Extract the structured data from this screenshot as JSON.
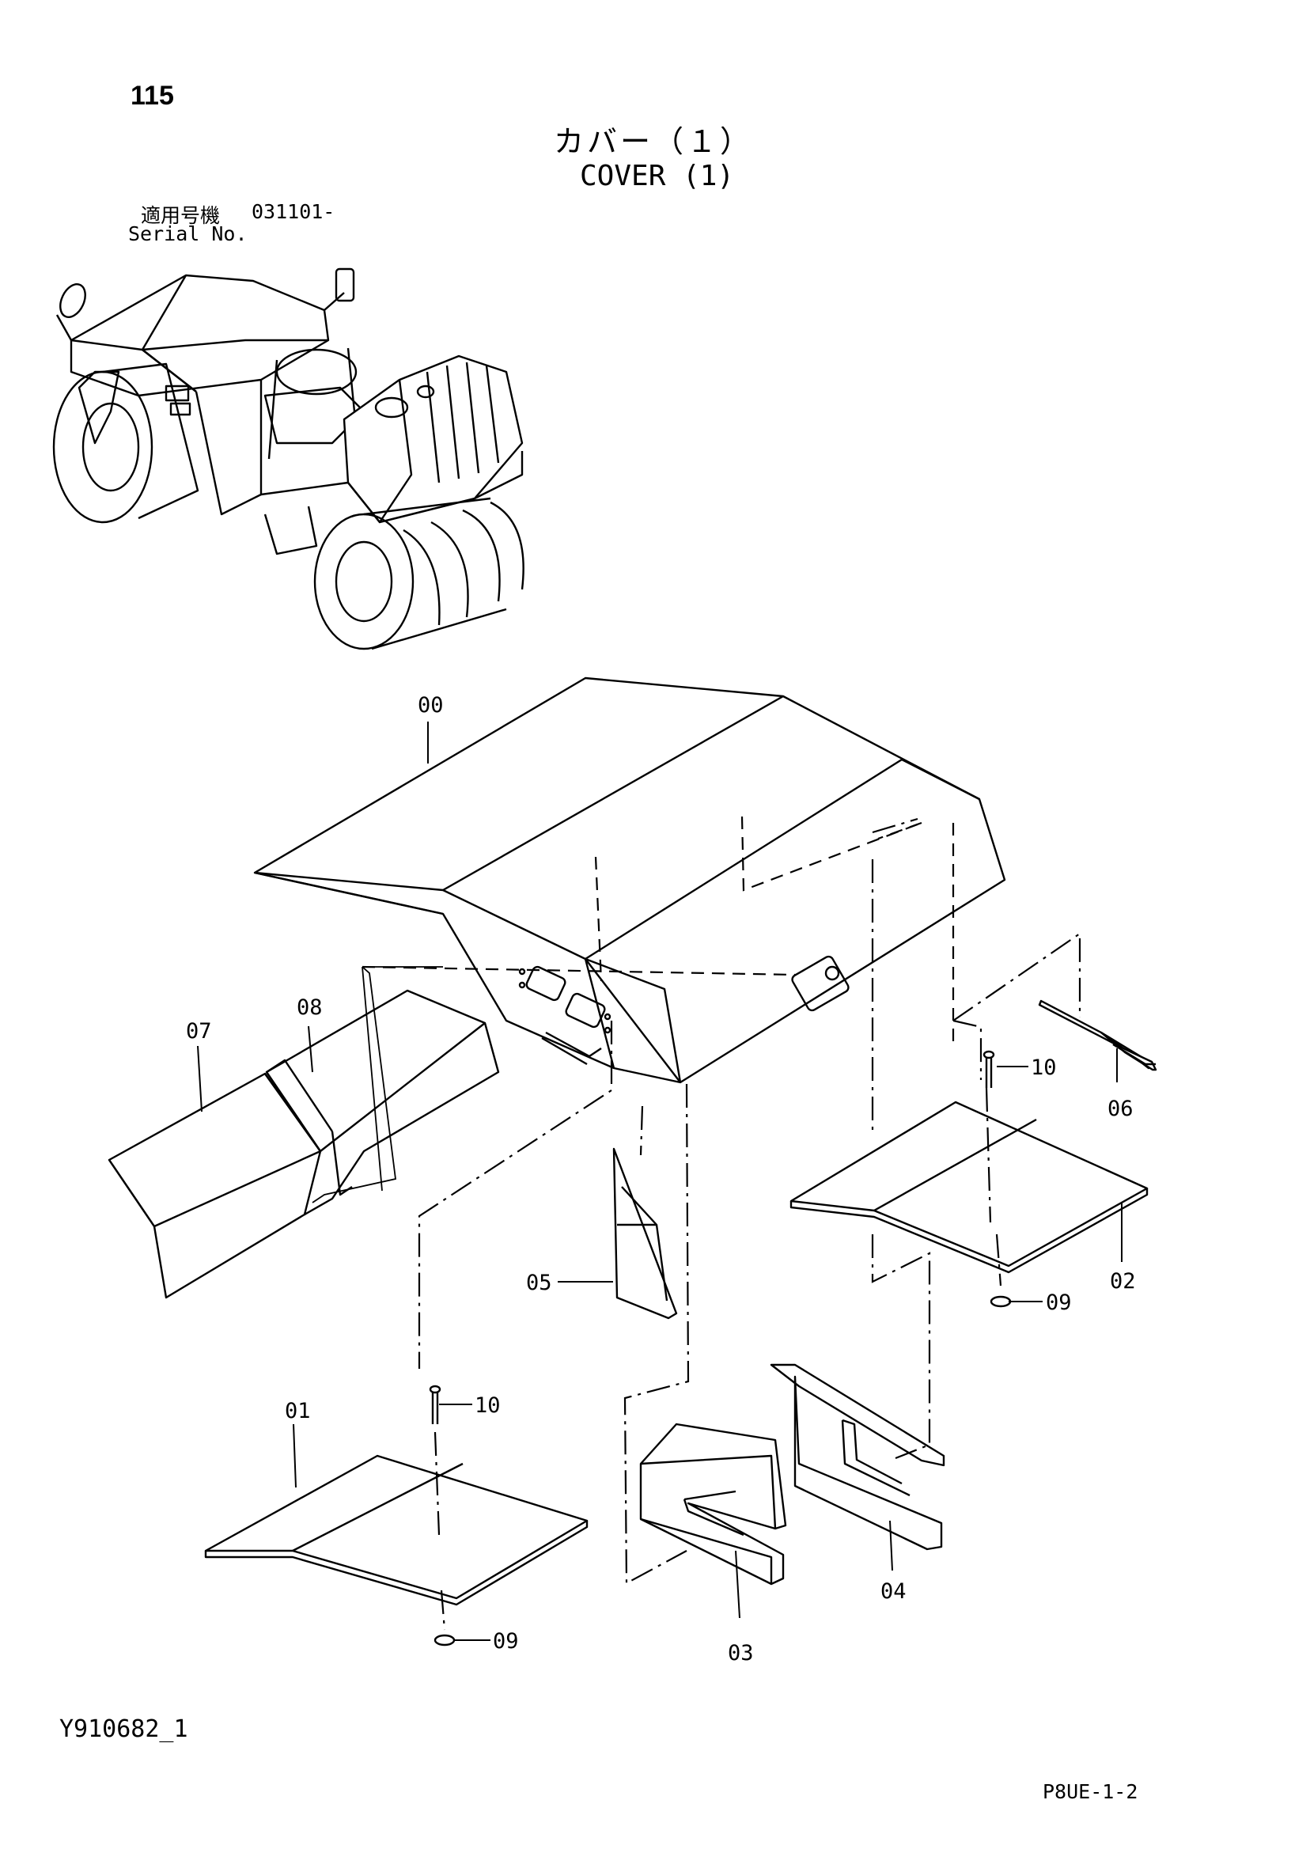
{
  "header": {
    "page_number": "115",
    "title_jp": "カバー（１）",
    "title_en": "COVER (1)",
    "serial_label_jp": "適用号機",
    "serial_range": "031101-",
    "serial_label_en": "Serial No."
  },
  "footer": {
    "doc_code": "Y910682_1",
    "page_code": "P8UE-1-2"
  },
  "callouts": [
    {
      "id": "00",
      "label": "00"
    },
    {
      "id": "01",
      "label": "01"
    },
    {
      "id": "02",
      "label": "02"
    },
    {
      "id": "03",
      "label": "03"
    },
    {
      "id": "04",
      "label": "04"
    },
    {
      "id": "05",
      "label": "05"
    },
    {
      "id": "06",
      "label": "06"
    },
    {
      "id": "07",
      "label": "07"
    },
    {
      "id": "08",
      "label": "08"
    },
    {
      "id": "09a",
      "label": "09"
    },
    {
      "id": "09b",
      "label": "09"
    },
    {
      "id": "10a",
      "label": "10"
    },
    {
      "id": "10b",
      "label": "10"
    }
  ]
}
